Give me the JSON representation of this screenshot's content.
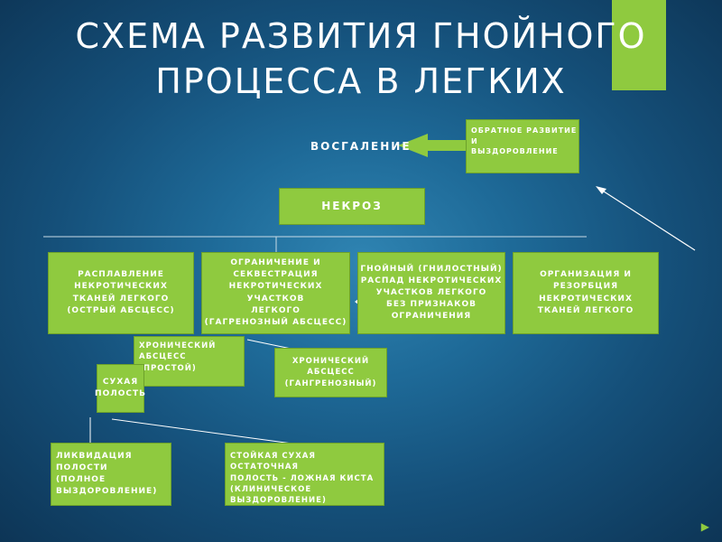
{
  "slide": {
    "title_line1": "СХЕМА РАЗВИТИЯ ГНОЙНОГО",
    "title_line2": "ПРОЦЕССА В ЛЕГКИХ",
    "accent_color": "#8fca3f",
    "nav_icon": "play-arrow-icon"
  },
  "diagram": {
    "inflammation": "ВОСГАЛЕНИЕ",
    "reverse": "ОБРАТНОЕ РАЗВИТИЕ И\nВЫЗДОРОВЛЕНИЕ",
    "necrosis": "НЕКРОЗ",
    "melting": "РАСПЛАВЛЕНИЕ\nНЕКРОТИЧЕСКИХ\nТКАНЕЙ ЛЕГКОГО\n(ОСТРЫЙ АБСЦЕСС)",
    "limitation": "ОГРАНИЧЕНИЕ И СЕКВЕСТРАЦИЯ\nНЕКРОТИЧЕСКИХ УЧАСТКОВ\nЛЕГКОГО\n(ГАГРЕНОЗНЫЙ АБСЦЕСС)",
    "purulent": "ГНОЙНЫЙ (ГНИЛОСТНЫЙ)\nРАСПАД НЕКРОТИЧЕСКИХ\nУЧАСТКОВ ЛЕГКОГО\nБЕЗ ПРИЗНАКОВ ОГРАНИЧЕНИЯ",
    "organization": "ОРГАНИЗАЦИЯ И\nРЕЗОРБЦИЯ\nНЕКРОТИЧЕСКИХ\nТКАНЕЙ ЛЕГКОГО",
    "chronic_simple": "ХРОНИЧЕСКИЙ АБСЦЕСС\n(ПРОСТОЙ)",
    "chronic_gangrenous": "ХРОНИЧЕСКИЙ АБСЦЕСС\n(ГАНГРЕНОЗНЫЙ)",
    "dry_cavity": "СУХАЯ\nПОЛОСТЬ",
    "liquidation": "ЛИКВИДАЦИЯ ПОЛОСТИ\n(ПОЛНОЕ\nВЫЗДОРОВЛЕНИЕ)",
    "residual": "СТОЙКАЯ СУХАЯ ОСТАТОЧНАЯ\nПОЛОСТЬ - ЛОЖНАЯ КИСТА\n(КЛИНИЧЕСКОЕ ВЫЗДОРОВЛЕНИЕ)"
  }
}
